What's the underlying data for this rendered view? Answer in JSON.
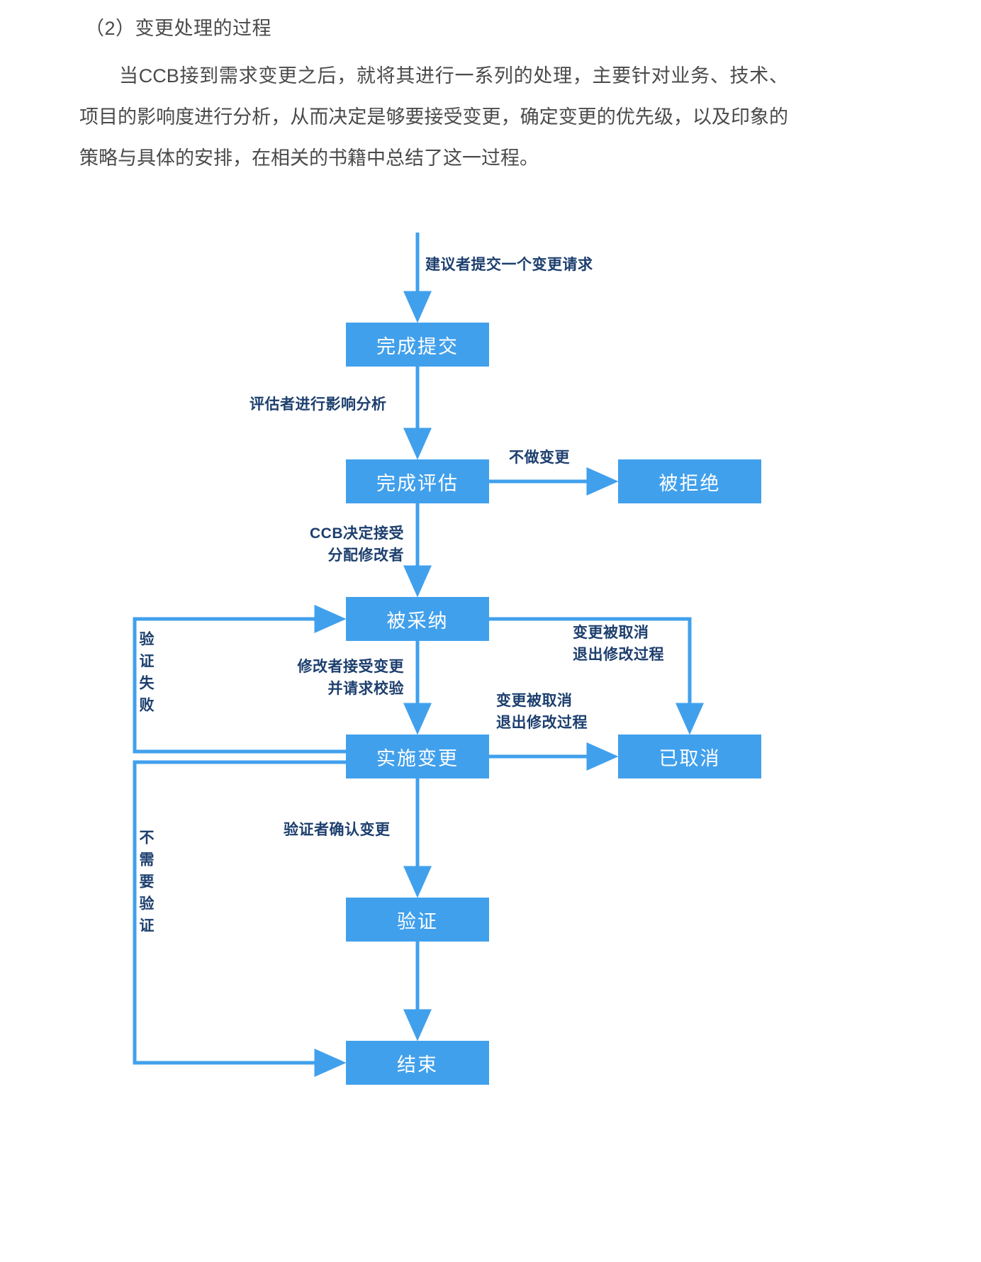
{
  "document": {
    "heading": "（2）变更处理的过程",
    "paragraph": "当CCB接到需求变更之后，就将其进行一系列的处理，主要针对业务、技术、项目的影响度进行分析，从而决定是够要接受变更，确定变更的优先级，以及印象的策略与具体的安排，在相关的书籍中总结了这一过程。"
  },
  "colors": {
    "node_fill": "#41a0ec",
    "node_text": "#ffffff",
    "edge_line": "#41a0ec",
    "edge_label": "#1d3f6e",
    "prose_text": "#4a4a4a",
    "background": "#ffffff"
  },
  "chart_data": {
    "type": "diagram",
    "title": "变更处理的过程流程图",
    "nodes": [
      {
        "id": "submit",
        "label": "完成提交"
      },
      {
        "id": "assess",
        "label": "完成评估"
      },
      {
        "id": "rejected",
        "label": "被拒绝"
      },
      {
        "id": "adopted",
        "label": "被采纳"
      },
      {
        "id": "implement",
        "label": "实施变更"
      },
      {
        "id": "cancelled",
        "label": "已取消"
      },
      {
        "id": "verify",
        "label": "验证"
      },
      {
        "id": "end",
        "label": "结束"
      }
    ],
    "edges": [
      {
        "from": "start",
        "to": "submit",
        "label": "建议者提交一个变更请求"
      },
      {
        "from": "submit",
        "to": "assess",
        "label": "评估者进行影响分析"
      },
      {
        "from": "assess",
        "to": "rejected",
        "label": "不做变更"
      },
      {
        "from": "assess",
        "to": "adopted",
        "label": "CCB决定接受\n分配修改者"
      },
      {
        "from": "adopted",
        "to": "cancelled",
        "label": "变更被取消\n退出修改过程"
      },
      {
        "from": "adopted",
        "to": "implement",
        "label": "修改者接受变更\n并请求校验"
      },
      {
        "from": "implement",
        "to": "cancelled",
        "label": "变更被取消\n退出修改过程"
      },
      {
        "from": "implement",
        "to": "verify",
        "label": "验证者确认变更"
      },
      {
        "from": "verify",
        "to": "adopted",
        "label": "验证失败"
      },
      {
        "from": "verify",
        "to": "end",
        "label": ""
      },
      {
        "from": "implement",
        "to": "end",
        "label": "不需要验证"
      }
    ]
  },
  "labels": {
    "submit_request": "建议者提交一个变更请求",
    "impact_analysis": "评估者进行影响分析",
    "no_change": "不做变更",
    "ccb_accept": "CCB决定接受\n分配修改者",
    "cancel_exit_1": "变更被取消\n退出修改过程",
    "modifier_accept": "修改者接受变更\n并请求校验",
    "cancel_exit_2": "变更被取消\n退出修改过程",
    "verifier_confirm": "验证者确认变更",
    "verify_failed": "验证失败",
    "no_verify_needed": "不需要验证"
  },
  "nodes": {
    "submit": "完成提交",
    "assess": "完成评估",
    "rejected": "被拒绝",
    "adopted": "被采纳",
    "implement": "实施变更",
    "cancelled": "已取消",
    "verify": "验证",
    "end": "结束"
  }
}
